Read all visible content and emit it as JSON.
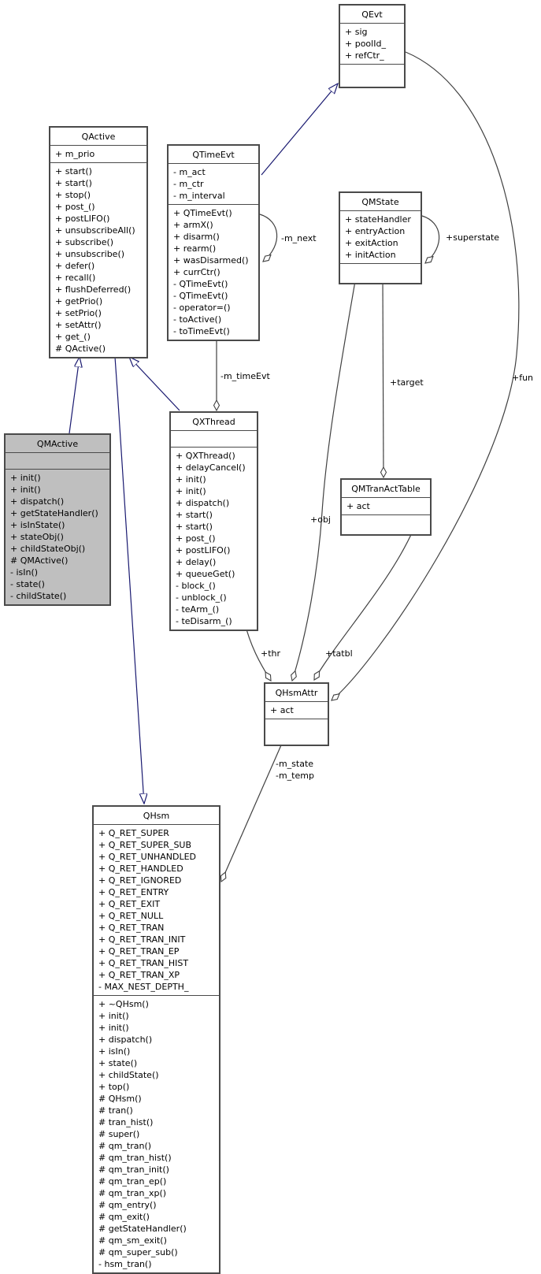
{
  "diagram": {
    "type": "uml-collaboration-diagram",
    "colors": {
      "inheritance_edge": "#191970",
      "association_edge": "#404040",
      "box_border": "#4a4a4a",
      "box_background": "#ffffff",
      "highlighted_box_background": "#bfbfbf",
      "text": "#000000"
    }
  },
  "classes": [
    {
      "id": "QEvt",
      "name": "QEvt",
      "highlighted": false,
      "attributes": [
        "+ sig",
        "+ poolId_",
        "+ refCtr_"
      ],
      "methods": []
    },
    {
      "id": "QActive",
      "name": "QActive",
      "highlighted": false,
      "attributes": [
        "+ m_prio"
      ],
      "methods": [
        "+ start()",
        "+ start()",
        "+ stop()",
        "+ post_()",
        "+ postLIFO()",
        "+ unsubscribeAll()",
        "+ subscribe()",
        "+ unsubscribe()",
        "+ defer()",
        "+ recall()",
        "+ flushDeferred()",
        "+ getPrio()",
        "+ setPrio()",
        "+ setAttr()",
        "+ get_()",
        "# QActive()"
      ]
    },
    {
      "id": "QTimeEvt",
      "name": "QTimeEvt",
      "highlighted": false,
      "attributes": [
        "- m_act",
        "- m_ctr",
        "- m_interval"
      ],
      "methods": [
        "+ QTimeEvt()",
        "+ armX()",
        "+ disarm()",
        "+ rearm()",
        "+ wasDisarmed()",
        "+ currCtr()",
        "- QTimeEvt()",
        "- QTimeEvt()",
        "- operator=()",
        "- toActive()",
        "- toTimeEvt()"
      ]
    },
    {
      "id": "QMState",
      "name": "QMState",
      "highlighted": false,
      "attributes": [
        "+ stateHandler",
        "+ entryAction",
        "+ exitAction",
        "+ initAction"
      ],
      "methods": []
    },
    {
      "id": "QMActive",
      "name": "QMActive",
      "highlighted": true,
      "attributes": [],
      "methods": [
        "+ init()",
        "+ init()",
        "+ dispatch()",
        "+ getStateHandler()",
        "+ isInState()",
        "+ stateObj()",
        "+ childStateObj()",
        "# QMActive()",
        "- isIn()",
        "- state()",
        "- childState()"
      ]
    },
    {
      "id": "QXThread",
      "name": "QXThread",
      "highlighted": false,
      "attributes": [],
      "methods": [
        "+ QXThread()",
        "+ delayCancel()",
        "+ init()",
        "+ init()",
        "+ dispatch()",
        "+ start()",
        "+ start()",
        "+ post_()",
        "+ postLIFO()",
        "+ delay()",
        "+ queueGet()",
        "- block_()",
        "- unblock_()",
        "- teArm_()",
        "- teDisarm_()"
      ]
    },
    {
      "id": "QMTranActTable",
      "name": "QMTranActTable",
      "highlighted": false,
      "attributes": [
        "+ act"
      ],
      "methods": []
    },
    {
      "id": "QHsmAttr",
      "name": "QHsmAttr",
      "highlighted": false,
      "attributes": [
        "+ act"
      ],
      "methods": []
    },
    {
      "id": "QHsm",
      "name": "QHsm",
      "highlighted": false,
      "attributes": [
        "+ Q_RET_SUPER",
        "+ Q_RET_SUPER_SUB",
        "+ Q_RET_UNHANDLED",
        "+ Q_RET_HANDLED",
        "+ Q_RET_IGNORED",
        "+ Q_RET_ENTRY",
        "+ Q_RET_EXIT",
        "+ Q_RET_NULL",
        "+ Q_RET_TRAN",
        "+ Q_RET_TRAN_INIT",
        "+ Q_RET_TRAN_EP",
        "+ Q_RET_TRAN_HIST",
        "+ Q_RET_TRAN_XP",
        "- MAX_NEST_DEPTH_"
      ],
      "methods": [
        "+ ~QHsm()",
        "+ init()",
        "+ init()",
        "+ dispatch()",
        "+ isIn()",
        "+ state()",
        "+ childState()",
        "+ top()",
        "# QHsm()",
        "# tran()",
        "# tran_hist()",
        "# super()",
        "# qm_tran()",
        "# qm_tran_hist()",
        "# qm_tran_init()",
        "# qm_tran_ep()",
        "# qm_tran_xp()",
        "# qm_entry()",
        "# qm_exit()",
        "# getStateHandler()",
        "# qm_sm_exit()",
        "# qm_super_sub()",
        "- hsm_tran()"
      ]
    }
  ],
  "edges": [
    {
      "id": "qtimeevt-to-qevt",
      "type": "inheritance",
      "from": "QTimeEvt",
      "to": "QEvt",
      "label": ""
    },
    {
      "id": "qmactive-to-qactive",
      "type": "inheritance",
      "from": "QMActive",
      "to": "QActive",
      "label": ""
    },
    {
      "id": "qxthread-to-qactive",
      "type": "inheritance",
      "from": "QXThread",
      "to": "QActive",
      "label": ""
    },
    {
      "id": "qactive-to-qhsm",
      "type": "inheritance",
      "from": "QActive",
      "to": "QHsm",
      "label": ""
    },
    {
      "id": "qtimeevt-self",
      "type": "aggregation",
      "from": "QTimeEvt",
      "to": "QTimeEvt",
      "label": "-m_next"
    },
    {
      "id": "qmstate-self",
      "type": "aggregation",
      "from": "QMState",
      "to": "QMState",
      "label": "+superstate"
    },
    {
      "id": "qtimeevt-to-qxthread",
      "type": "aggregation",
      "from": "QTimeEvt",
      "to": "QXThread",
      "label": "-m_timeEvt"
    },
    {
      "id": "qmstate-to-qmtranacttable",
      "type": "aggregation",
      "from": "QMState",
      "to": "QMTranActTable",
      "label": "+target"
    },
    {
      "id": "qmstate-to-qhsmattr",
      "type": "aggregation",
      "from": "QMState",
      "to": "QHsmAttr",
      "label": "+obj"
    },
    {
      "id": "qxthread-to-qhsmattr",
      "type": "aggregation",
      "from": "QXThread",
      "to": "QHsmAttr",
      "label": "+thr"
    },
    {
      "id": "qmtranacttable-to-qhsmattr",
      "type": "aggregation",
      "from": "QMTranActTable",
      "to": "QHsmAttr",
      "label": "+tatbl"
    },
    {
      "id": "qevt-to-qhsmattr",
      "type": "aggregation",
      "from": "QEvt",
      "to": "QHsmAttr",
      "label": "+fun"
    },
    {
      "id": "qhsmattr-to-qhsm",
      "type": "aggregation",
      "from": "QHsmAttr",
      "to": "QHsm",
      "label": "-m_state\n-m_temp"
    }
  ]
}
